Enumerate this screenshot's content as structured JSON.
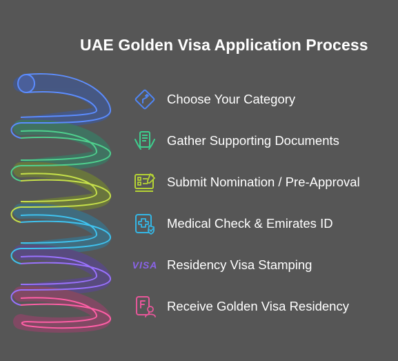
{
  "title": "UAE Golden Visa Application Process",
  "steps": [
    {
      "label": "Choose Your Category",
      "icon": "diamond-route-icon",
      "color": "#4f86f7"
    },
    {
      "label": "Gather Supporting Documents",
      "icon": "document-hands-icon",
      "color": "#3ecf8e"
    },
    {
      "label": "Submit Nomination / Pre-Approval",
      "icon": "form-pencil-icon",
      "color": "#b5d334"
    },
    {
      "label": "Medical Check & Emirates ID",
      "icon": "medical-shield-icon",
      "color": "#34b7e6"
    },
    {
      "label": "Residency Visa Stamping",
      "icon": "visa-icon",
      "icon_text": "VISA",
      "color": "#8a63e8"
    },
    {
      "label": "Receive Golden Visa Residency",
      "icon": "id-card-person-icon",
      "color": "#e8579a"
    }
  ]
}
